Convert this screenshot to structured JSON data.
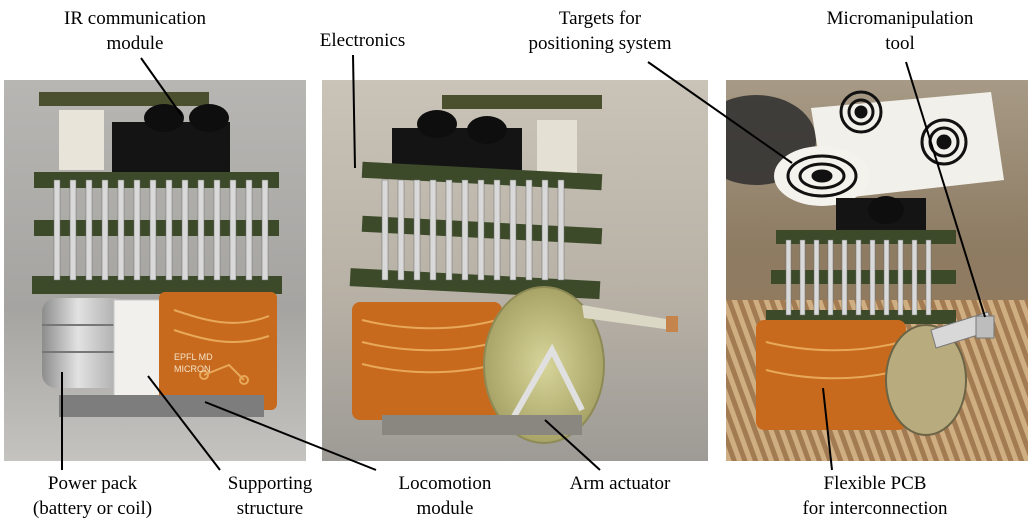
{
  "labels": {
    "ir_module": [
      "IR communication",
      "module"
    ],
    "electronics": [
      "Electronics"
    ],
    "targets": [
      "Targets for",
      "positioning system"
    ],
    "micro_tool": [
      "Micromanipulation",
      "tool"
    ],
    "power_pack": [
      "Power pack",
      "(battery or coil)"
    ],
    "supporting": [
      "Supporting",
      "structure"
    ],
    "locomotion": [
      "Locomotion",
      "module"
    ],
    "arm_actuator": [
      "Arm actuator"
    ],
    "flex_pcb": [
      "Flexible PCB",
      "for interconnection"
    ]
  },
  "pcb_print": [
    "EPFL MD",
    "MICRON"
  ],
  "colors": {
    "photo_bg_left": "#a9a9a6",
    "photo_bg_mid": "#bdb7ad",
    "photo_bg_right": "#8c7a63",
    "pcb_green": "#3c4a2a",
    "flex_orange": "#c86a1e",
    "silver": "#cfcfcf",
    "black_chip": "#151515"
  }
}
